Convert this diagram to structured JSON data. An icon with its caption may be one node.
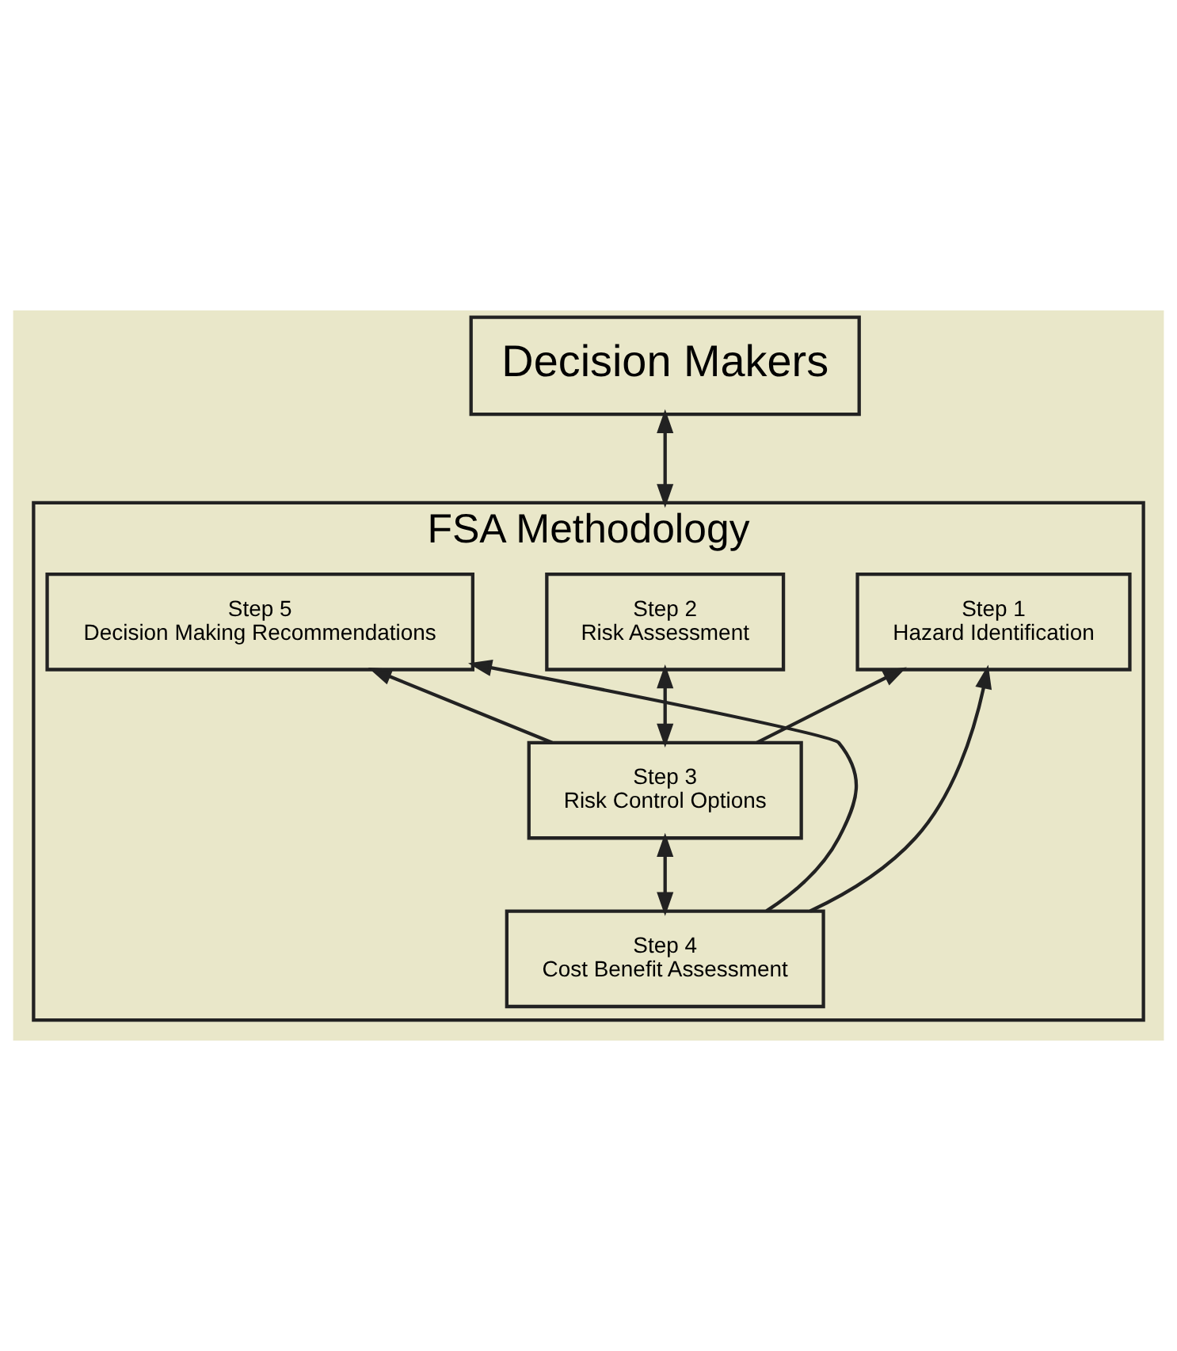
{
  "diagram": {
    "nodes": [
      {
        "text": [
          "Decision Makers"
        ]
      },
      {
        "text": [
          "FSA Methodology"
        ]
      },
      {
        "text": [
          "Step 1",
          "Hazard Identification"
        ],
        "in": 1
      },
      {
        "text": [
          "Step 2",
          "Risk Assessment"
        ],
        "in": 1
      },
      {
        "text": [
          "Step 5",
          "Decision Making Recommendations"
        ],
        "in": 1
      },
      {
        "text": [
          "Step 3",
          "Risk Control Options"
        ],
        "in": 1
      },
      {
        "text": [
          "Step 4",
          "Cost Benefit Assessment"
        ],
        "in": 1
      }
    ],
    "edges": [
      {
        "from": 0,
        "to": 1,
        "arrow": "both"
      },
      {
        "from": 3,
        "to": 5,
        "arrow": "both"
      },
      {
        "from": 5,
        "to": 2,
        "arrow": "to"
      },
      {
        "from": 5,
        "to": 4,
        "arrow": "to"
      },
      {
        "from": 5,
        "to": 6,
        "arrow": "both"
      },
      {
        "from": 6,
        "to": 2,
        "arrow": "to"
      },
      {
        "from": 6,
        "to": 4,
        "arrow": "to"
      }
    ]
  }
}
